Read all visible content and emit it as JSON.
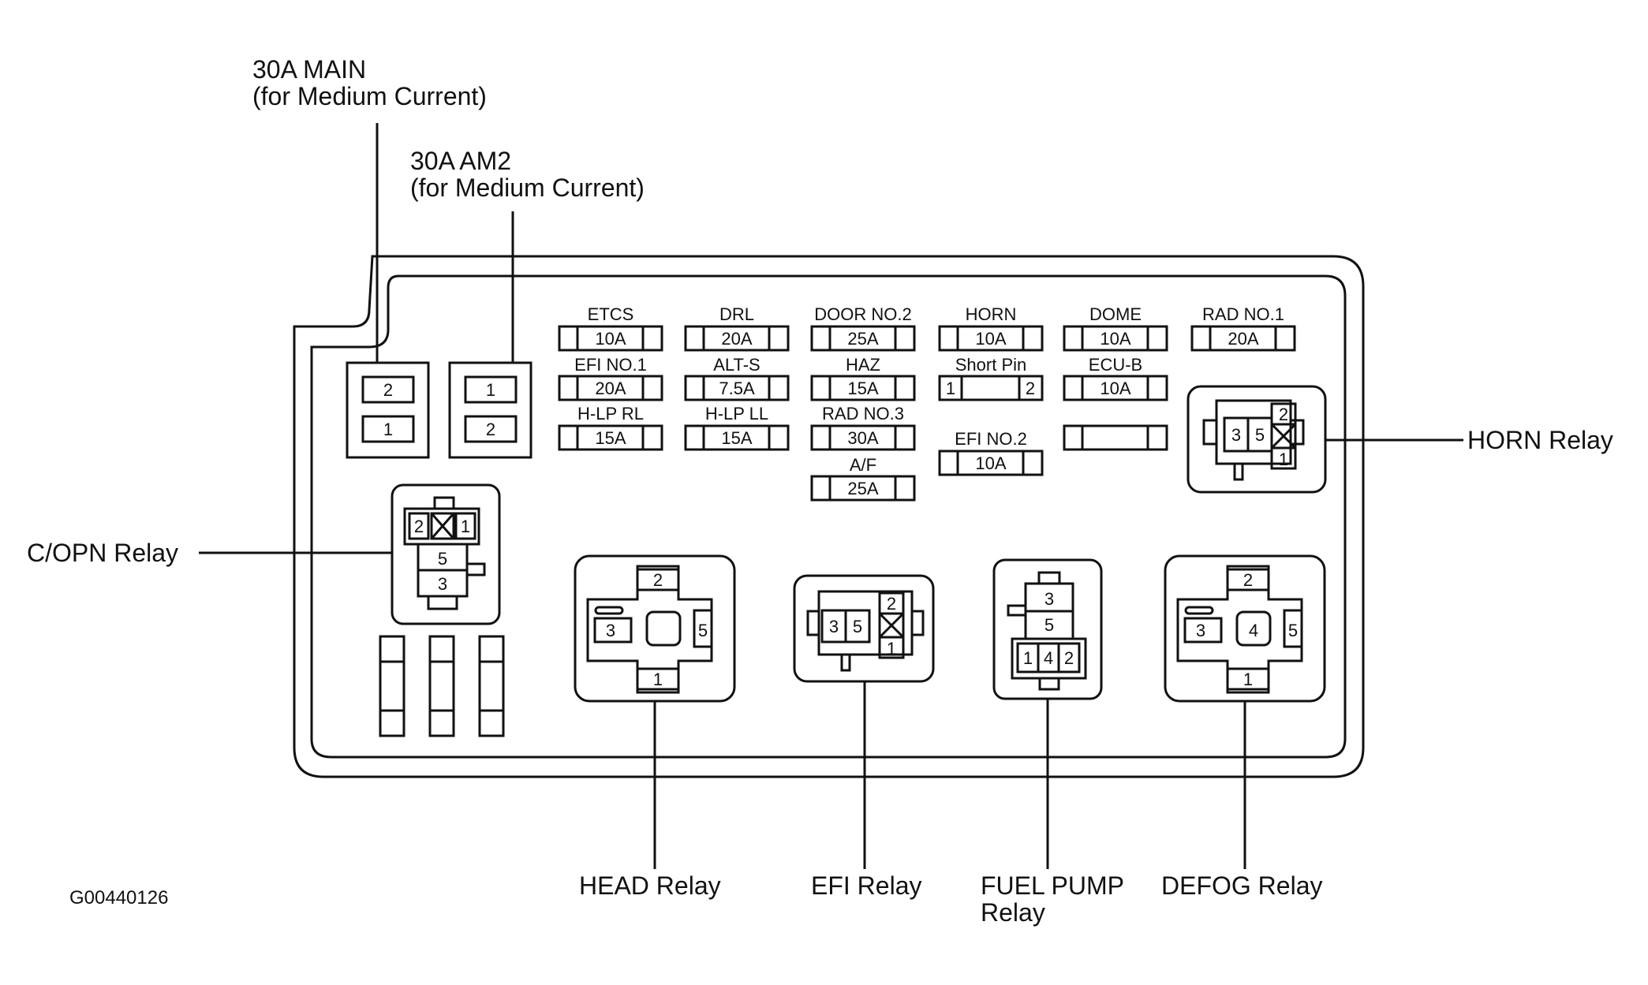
{
  "labels": {
    "main_fuse_line1": "30A MAIN",
    "main_fuse_line2": "(for Medium Current)",
    "am2_fuse_line1": "30A AM2",
    "am2_fuse_line2": "(for Medium Current)",
    "copn_relay": "C/OPN Relay",
    "horn_relay": "HORN Relay",
    "head_relay": "HEAD Relay",
    "efi_relay": "EFI Relay",
    "fuel_pump_relay_line1": "FUEL PUMP",
    "fuel_pump_relay_line2": "Relay",
    "defog_relay": "DEFOG Relay",
    "figure_code": "G00440126"
  },
  "main_fuse_pins": [
    "2",
    "1"
  ],
  "am2_fuse_pins": [
    "1",
    "2"
  ],
  "fuses": [
    {
      "name": "ETCS",
      "rating": "10A"
    },
    {
      "name": "DRL",
      "rating": "20A"
    },
    {
      "name": "DOOR NO.2",
      "rating": "25A"
    },
    {
      "name": "HORN",
      "rating": "10A"
    },
    {
      "name": "DOME",
      "rating": "10A"
    },
    {
      "name": "RAD NO.1",
      "rating": "20A"
    },
    {
      "name": "EFI NO.1",
      "rating": "20A"
    },
    {
      "name": "ALT-S",
      "rating": "7.5A"
    },
    {
      "name": "HAZ",
      "rating": "15A"
    },
    {
      "name": "ECU-B",
      "rating": "10A"
    },
    {
      "name": "H-LP RL",
      "rating": "15A"
    },
    {
      "name": "H-LP LL",
      "rating": "15A"
    },
    {
      "name": "RAD NO.3",
      "rating": "30A"
    },
    {
      "name": "A/F",
      "rating": "25A"
    },
    {
      "name": "EFI NO.2",
      "rating": "10A"
    }
  ],
  "short_pin": {
    "name": "Short Pin",
    "pins": [
      "1",
      "2"
    ]
  },
  "relay_pins": {
    "copn": [
      "2",
      "1",
      "5",
      "3"
    ],
    "horn": [
      "3",
      "5",
      "2",
      "1"
    ],
    "head": [
      "2",
      "3",
      "5",
      "1"
    ],
    "efi": [
      "3",
      "5",
      "2",
      "1"
    ],
    "fuel_pump": [
      "3",
      "5",
      "1",
      "4",
      "2"
    ],
    "defog": [
      "2",
      "3",
      "4",
      "5",
      "1"
    ]
  }
}
